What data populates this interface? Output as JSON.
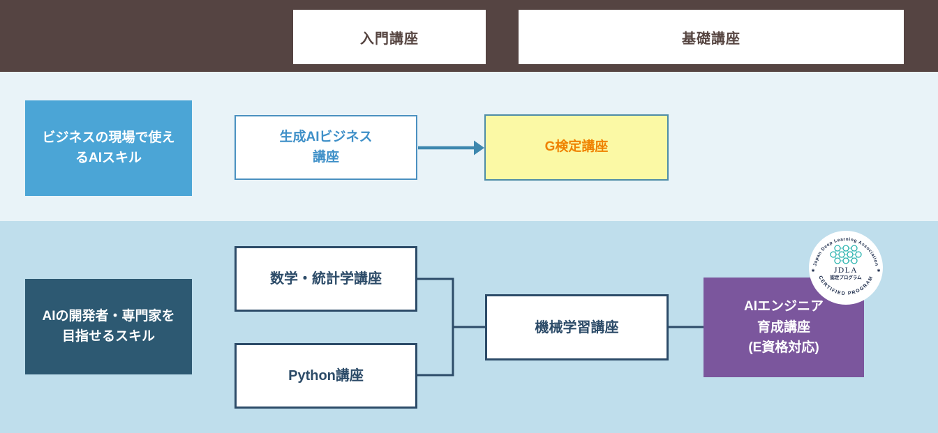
{
  "header": {
    "intro_label": "入門講座",
    "basic_label": "基礎講座"
  },
  "business_row": {
    "label": {
      "line1": "ビジネスの現場で使え",
      "line2": "るAIスキル"
    },
    "gen_ai_course": {
      "line1": "生成AIビジネス",
      "line2": "講座"
    },
    "g_test_course": "G検定講座"
  },
  "developer_row": {
    "label": {
      "line1": "AIの開発者・専門家を",
      "line2": "目指せるスキル"
    },
    "math_course": "数学・統計学講座",
    "python_course": "Python講座",
    "ml_course": "機械学習講座",
    "engineer_course": {
      "line1": "AIエンジニア",
      "line2": "育成講座",
      "line3": "(E資格対応)"
    }
  },
  "badge": {
    "arc_top": "Japan Deep Learning Association",
    "name": "JDLA",
    "subtitle": "認定プログラム",
    "arc_bottom": "CERTIFIED PROGRAM",
    "side_mark": "✱"
  },
  "colors": {
    "header_bg": "#554442",
    "header_text": "#564541",
    "top_section_bg": "#e9f3f8",
    "bottom_section_bg": "#bfdeec",
    "business_label_bg": "#4ba5d6",
    "developer_label_bg": "#2d5972",
    "gen_ai_border": "#4a90c0",
    "gen_ai_text": "#3f90c8",
    "g_test_bg": "#fbf9a5",
    "g_test_border": "#4e8ca6",
    "g_test_text": "#ef8200",
    "course_border": "#2c4b68",
    "connector": "#2c4b68",
    "arrow": "#3d87ae",
    "engineer_bg": "#7b569d",
    "badge_bg": "#ffffff",
    "badge_text": "#1c2b4a",
    "badge_logo": "#29b3ae"
  }
}
